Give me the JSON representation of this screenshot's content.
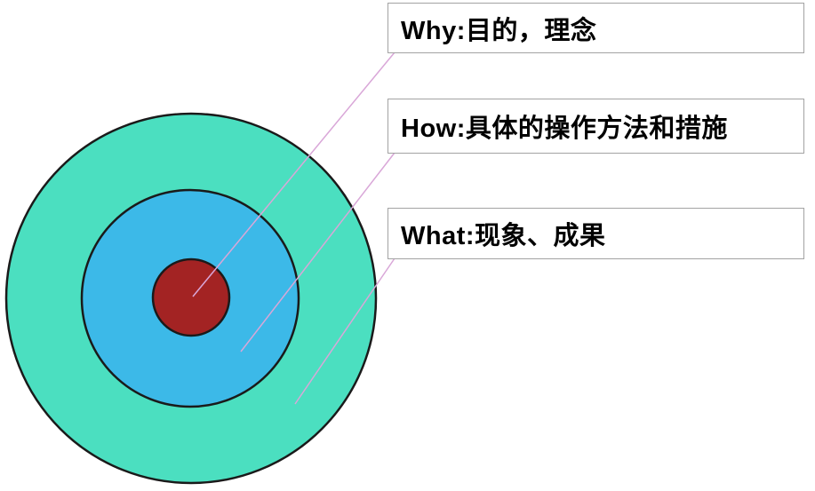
{
  "diagram": {
    "name": "golden-circle",
    "labels": {
      "why": {
        "text": "Why:目的，理念"
      },
      "how": {
        "text": "How:具体的操作方法和措施"
      },
      "what": {
        "text": "What:现象、成果"
      }
    }
  },
  "colors": {
    "outer_circle": "#4bdfc0",
    "middle_circle": "#3cb9e8",
    "inner_circle": "#a32323",
    "circle_border": "#1a1a1a",
    "connector_line": "#d9a7d8",
    "box_border": "#a3a3a3",
    "box_background": "#ffffff",
    "text": "#000000"
  }
}
